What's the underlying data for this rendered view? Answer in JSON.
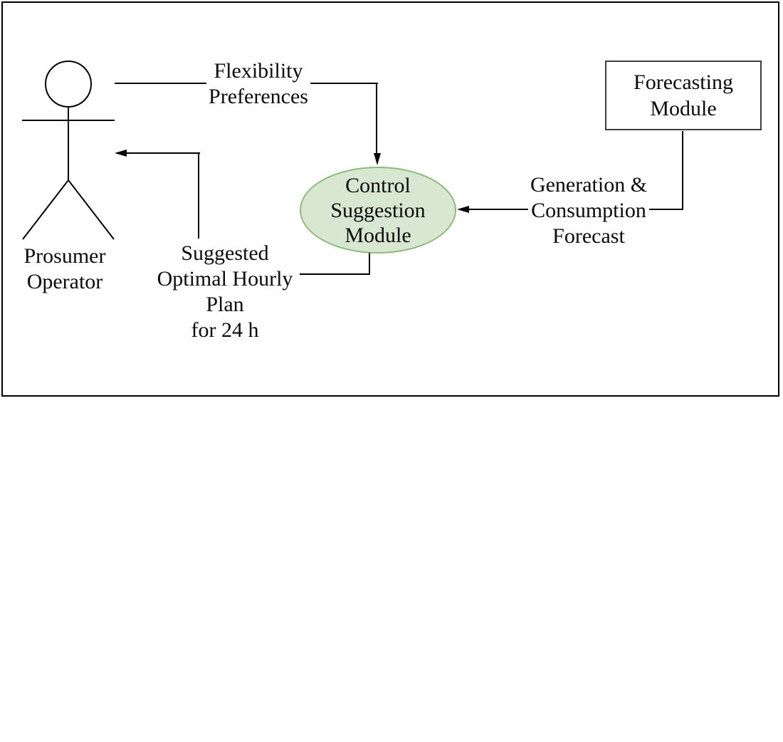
{
  "colors": {
    "line": "#000000",
    "ellipse_fill": "#d7e7d2",
    "ellipse_stroke": "#8fbb7a",
    "box_border": "#3f3f3f",
    "background": "#ffffff"
  },
  "actor": {
    "label": {
      "lines": [
        "Prosumer",
        "Operator"
      ]
    }
  },
  "nodes": {
    "control_suggestion_module": {
      "lines": [
        "Control",
        "Suggestion",
        "Module"
      ]
    },
    "forecasting_module": {
      "lines": [
        "Forecasting",
        "Module"
      ]
    }
  },
  "edges": {
    "flexibility_preferences": {
      "lines": [
        "Flexibility",
        "Preferences"
      ]
    },
    "generation_consumption_forecast": {
      "lines": [
        "Generation &",
        "Consumption",
        "Forecast"
      ]
    },
    "suggested_plan": {
      "lines": [
        "Suggested",
        "Optimal Hourly",
        "Plan",
        "for 24 h"
      ]
    }
  }
}
